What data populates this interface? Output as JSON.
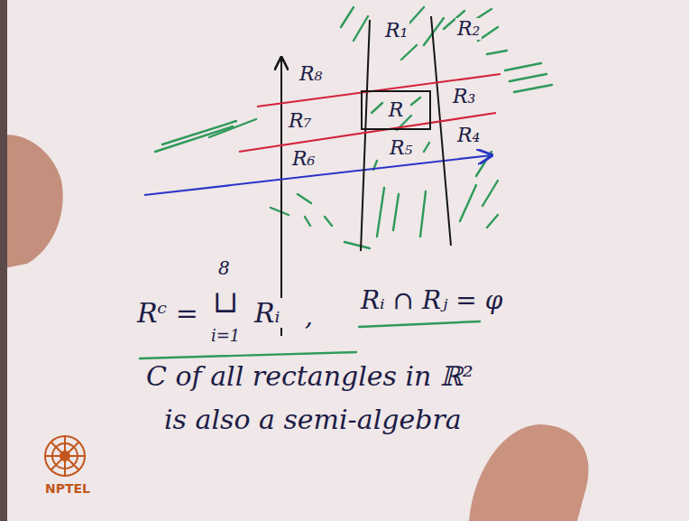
{
  "diagram": {
    "nodes": [
      {
        "text": [
          "R"
        ]
      }
    ],
    "labels": [
      "R₈",
      "R₁",
      "R₂",
      "R₃",
      "R₇",
      "R₄",
      "R₆",
      "R₅",
      "Rᶜ =",
      "8",
      "⊔",
      "i=1",
      "Rᵢ",
      ",",
      "Rᵢ ∩ Rⱼ = φ",
      "C of all rectangles in ℝ²",
      "is also a semi-algebra",
      "NPTEL"
    ]
  }
}
